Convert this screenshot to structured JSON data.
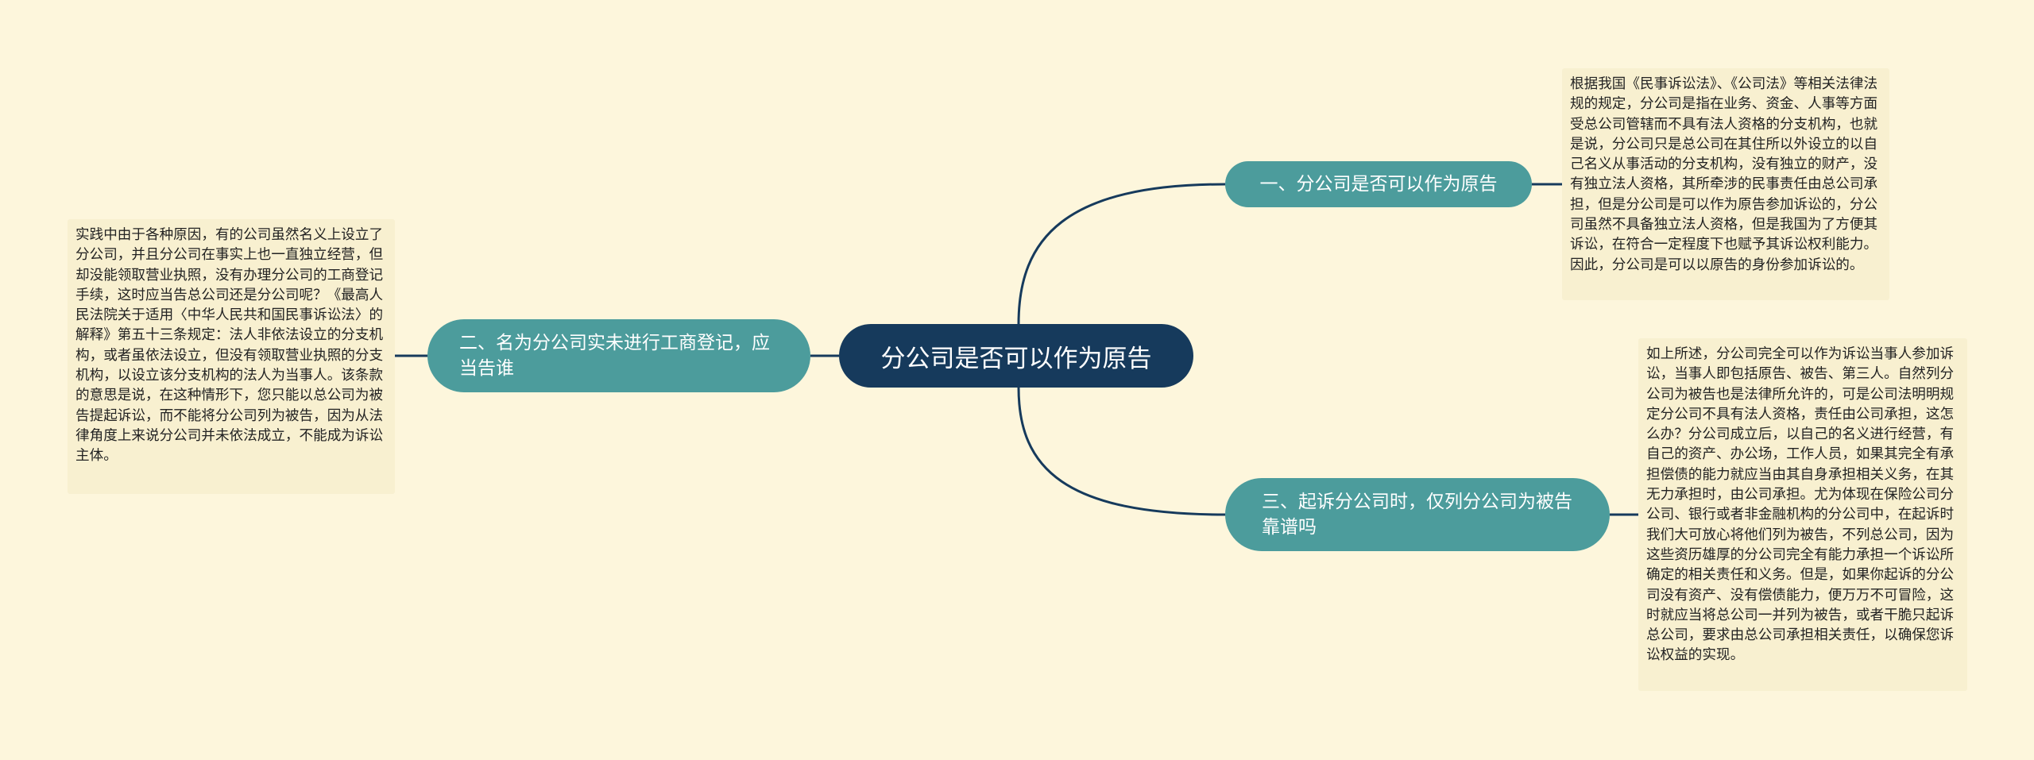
{
  "colors": {
    "background": "#fdf6dc",
    "root_fill": "#163a5c",
    "branch_fill": "#4c9c9c",
    "leaf_fill": "#f8f0d0",
    "connector": "#163a5c"
  },
  "root": {
    "label": "分公司是否可以作为原告"
  },
  "branches": [
    {
      "label": "一、分公司是否可以作为原告",
      "detail": "根据我国《民事诉讼法》、《公司法》等相关法律法规的规定，分公司是指在业务、资金、人事等方面受总公司管辖而不具有法人资格的分支机构，也就是说，分公司只是总公司在其住所以外设立的以自己名义从事活动的分支机构，没有独立的财产，没有独立法人资格，其所牵涉的民事责任由总公司承担，但是分公司是可以作为原告参加诉讼的，分公司虽然不具备独立法人资格，但是我国为了方便其诉讼，在符合一定程度下也赋予其诉讼权利能力。因此，分公司是可以以原告的身份参加诉讼的。"
    },
    {
      "label": "二、名为分公司实未进行工商登记，应当告谁",
      "detail": "实践中由于各种原因，有的公司虽然名义上设立了分公司，并且分公司在事实上也一直独立经营，但却没能领取营业执照，没有办理分公司的工商登记手续，这时应当告总公司还是分公司呢？《最高人民法院关于适用〈中华人民共和国民事诉讼法〉的解释》第五十三条规定：法人非依法设立的分支机构，或者虽依法设立，但没有领取营业执照的分支机构，以设立该分支机构的法人为当事人。该条款的意思是说，在这种情形下，您只能以总公司为被告提起诉讼，而不能将分公司列为被告，因为从法律角度上来说分公司并未依法成立，不能成为诉讼主体。"
    },
    {
      "label": "三、起诉分公司时，仅列分公司为被告靠谱吗",
      "detail": "如上所述，分公司完全可以作为诉讼当事人参加诉讼，当事人即包括原告、被告、第三人。自然列分公司为被告也是法律所允许的，可是公司法明明规定分公司不具有法人资格，责任由公司承担，这怎么办？分公司成立后，以自己的名义进行经营，有自己的资产、办公场，工作人员，如果其完全有承担偿债的能力就应当由其自身承担相关义务，在其无力承担时，由公司承担。尤为体现在保险公司分公司、银行或者非金融机构的分公司中，在起诉时我们大可放心将他们列为被告，不列总公司，因为这些资历雄厚的分公司完全有能力承担一个诉讼所确定的相关责任和义务。但是，如果你起诉的分公司没有资产、没有偿债能力，便万万不可冒险，这时就应当将总公司一并列为被告，或者干脆只起诉总公司，要求由总公司承担相关责任，以确保您诉讼权益的实现。"
    }
  ]
}
